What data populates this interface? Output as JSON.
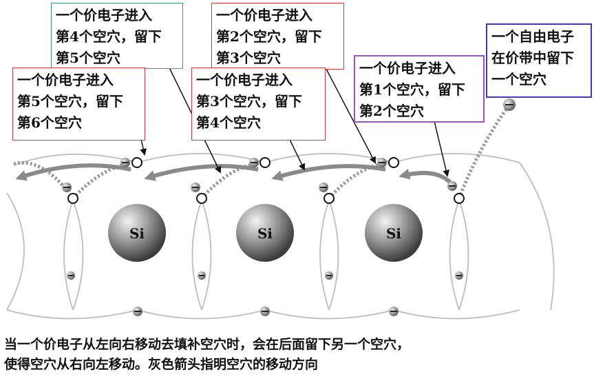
{
  "callouts": [
    {
      "lines": [
        "一个价电子进入",
        "第4个空穴，留下",
        "第5个空穴"
      ],
      "border": "#3a9b73"
    },
    {
      "lines": [
        "一个价电子进入",
        "第2个空穴，留下",
        "第3个空穴"
      ],
      "border": "#d43a3a"
    },
    {
      "lines": [
        "一个价电子进入",
        "第5个空穴，留下",
        "第6个空穴"
      ],
      "border": "#d43a3a"
    },
    {
      "lines": [
        "一个价电子进入",
        "第3个空穴，留下",
        "第4个空穴"
      ],
      "border": "#d43a3a"
    },
    {
      "lines": [
        "一个价电子进入",
        "第1个空穴，留下",
        "第2个空穴"
      ],
      "border": "#9b4fb8"
    },
    {
      "lines": [
        "一个自由电子",
        "在价带中留下",
        "一个空穴"
      ],
      "border": "#3a3ab8"
    }
  ],
  "atoms": [
    {
      "label": "Si"
    },
    {
      "label": "Si"
    },
    {
      "label": "Si"
    }
  ],
  "caption": {
    "line1": "当一个价电子从左向右移动去填补空穴时，会在后面留下另一个空穴，",
    "line2": "使得空穴从右向左移动。灰色箭头指明空穴的移动方向"
  },
  "colors": {
    "arrow": "#8a8a8a",
    "bond": "#bdbdbd",
    "electron": "#9a9a9a",
    "atom": "#7a7a7a"
  }
}
